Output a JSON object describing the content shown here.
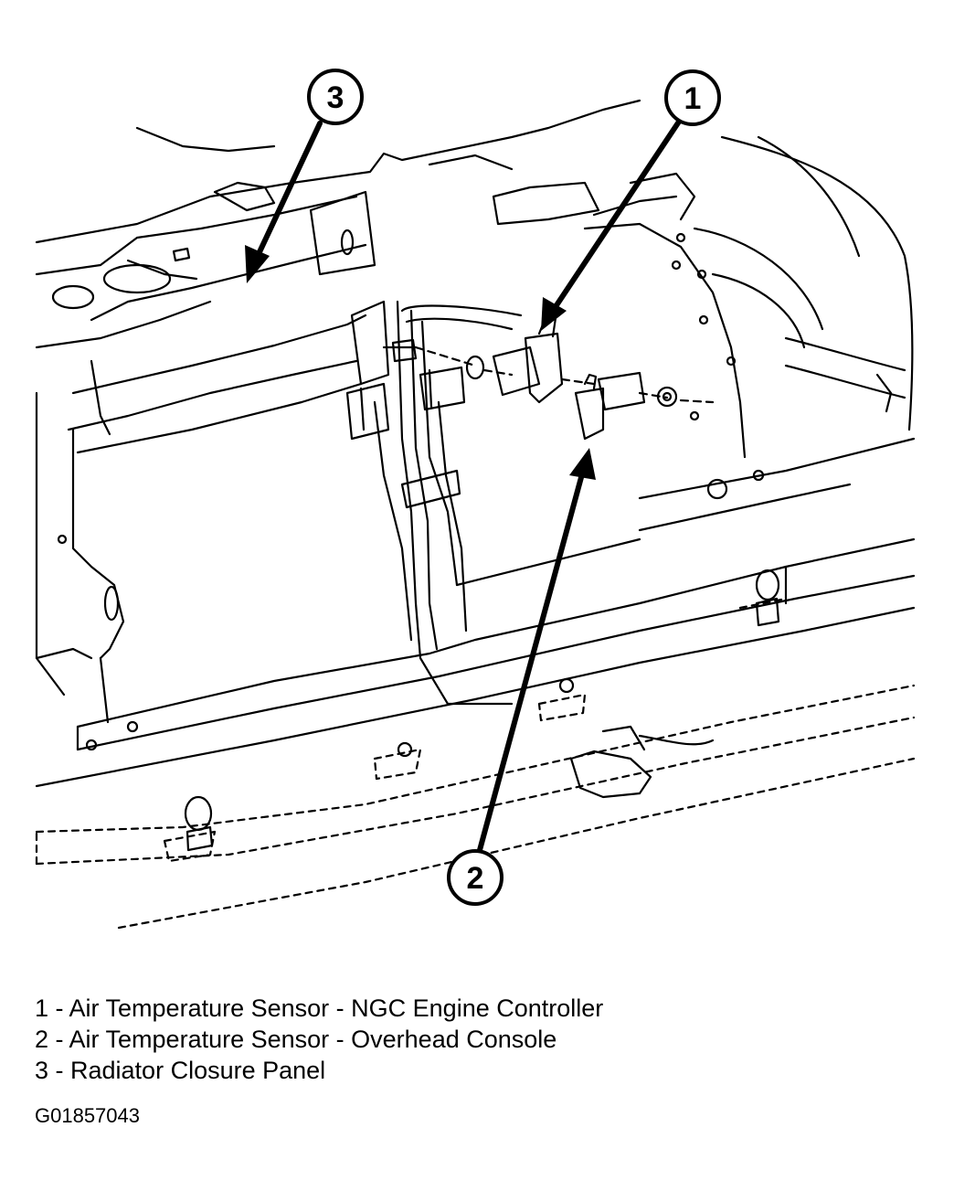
{
  "callouts": [
    {
      "number": "1"
    },
    {
      "number": "2"
    },
    {
      "number": "3"
    }
  ],
  "legend": [
    {
      "text": "1 - Air Temperature Sensor - NGC Engine Controller"
    },
    {
      "text": "2 - Air Temperature Sensor - Overhead Console"
    },
    {
      "text": "3 - Radiator Closure Panel"
    }
  ],
  "figure_id": "G01857043"
}
